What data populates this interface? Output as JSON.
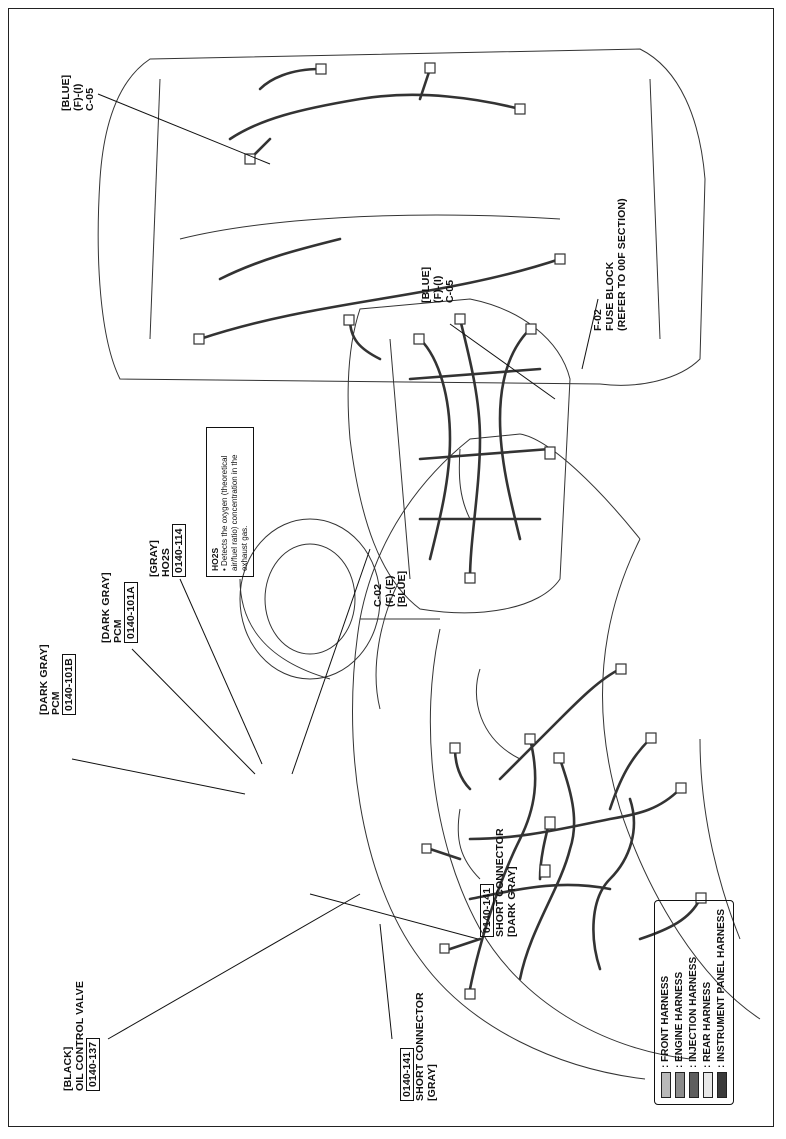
{
  "callouts": [
    {
      "id": "oil-control-valve",
      "lines": [
        "[BLACK]",
        "OIL CONTROL VALVE"
      ],
      "code": "0140-137"
    },
    {
      "id": "short-connector-gray",
      "code": "0140-141",
      "lines": [
        "SHORT CONNECTOR",
        "[GRAY]"
      ]
    },
    {
      "id": "short-connector-dark-gray",
      "code": "0140-141",
      "lines": [
        "SHORT CONNECTOR",
        "[DARK GRAY]"
      ]
    },
    {
      "id": "pcm-101b",
      "lines": [
        "[DARK GRAY]",
        "PCM"
      ],
      "code": "0140-101B"
    },
    {
      "id": "pcm-101a",
      "lines": [
        "[DARK GRAY]",
        "PCM"
      ],
      "code": "0140-101A"
    },
    {
      "id": "ho2s",
      "lines": [
        "[GRAY]",
        "HO2S"
      ],
      "code": "0140-114"
    },
    {
      "id": "c02",
      "lines": [
        "C-02",
        "(F)-(E)",
        "[BLUE]"
      ]
    },
    {
      "id": "c05-rear",
      "lines": [
        "[BLUE]",
        "(F)-(I)",
        "C-05"
      ]
    },
    {
      "id": "c05-ip",
      "lines": [
        "[BLUE]",
        "(F)-(I)",
        "C-05"
      ]
    },
    {
      "id": "fuse-block",
      "lines": [
        "F-02",
        "FUSE BLOCK",
        "(REFER TO 00F SECTION)"
      ]
    }
  ],
  "note": {
    "title": "HO2S",
    "text": "• Detects the oxygen (theoretical air/fuel ratio) concentration in the exhaust gas."
  },
  "legend": {
    "items": [
      {
        "label": ": FRONT HARNESS",
        "color": "#b9b9b9"
      },
      {
        "label": ": ENGINE HARNESS",
        "color": "#8c8c8c"
      },
      {
        "label": ": INJECTION HARNESS",
        "color": "#5e5e5e"
      },
      {
        "label": ": REAR HARNESS",
        "color": "#e8e8e8"
      },
      {
        "label": ": INSTRUMENT PANEL HARNESS",
        "color": "#3a3a3a"
      }
    ]
  }
}
